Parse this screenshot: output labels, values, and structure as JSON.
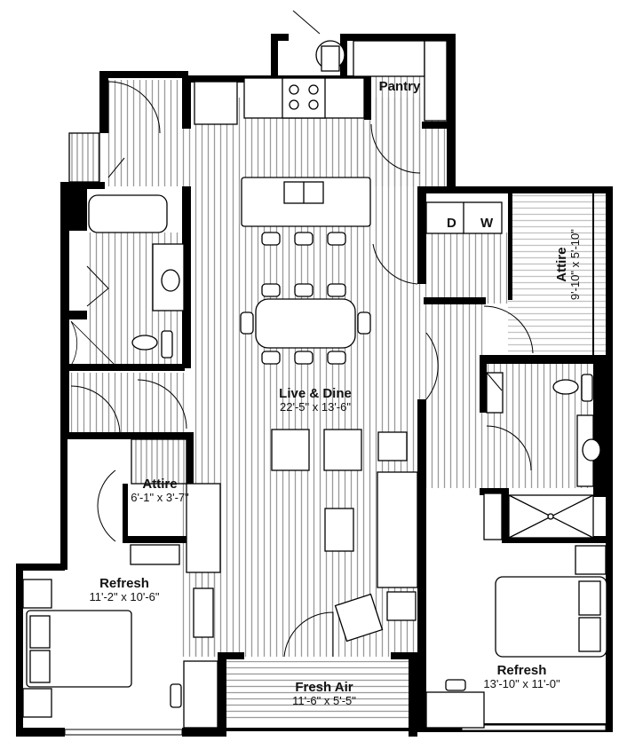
{
  "plan": {
    "type": "apartment floor plan",
    "colors": {
      "wall": "#000000",
      "floor_hatch": "#9a9a9a",
      "fixture": "#000000",
      "background": "#ffffff"
    }
  },
  "rooms": {
    "live_dine": {
      "name": "Live & Dine",
      "dimensions": "22'-5\" x 13'-6\""
    },
    "pantry": {
      "name": "Pantry"
    },
    "attire_left": {
      "name": "Attire",
      "dimensions": "6'-1\" x 3'-7\""
    },
    "refresh_left": {
      "name": "Refresh",
      "dimensions": "11'-2\" x 10'-6\""
    },
    "fresh_air": {
      "name": "Fresh Air",
      "dimensions": "11'-6\" x 5'-5\""
    },
    "refresh_right": {
      "name": "Refresh",
      "dimensions": "13'-10\" x 11'-0\""
    },
    "attire_right": {
      "name": "Attire",
      "dimensions": "9'-10\" x 5'-10\""
    }
  },
  "appliances": {
    "dryer": "D",
    "washer": "W"
  }
}
